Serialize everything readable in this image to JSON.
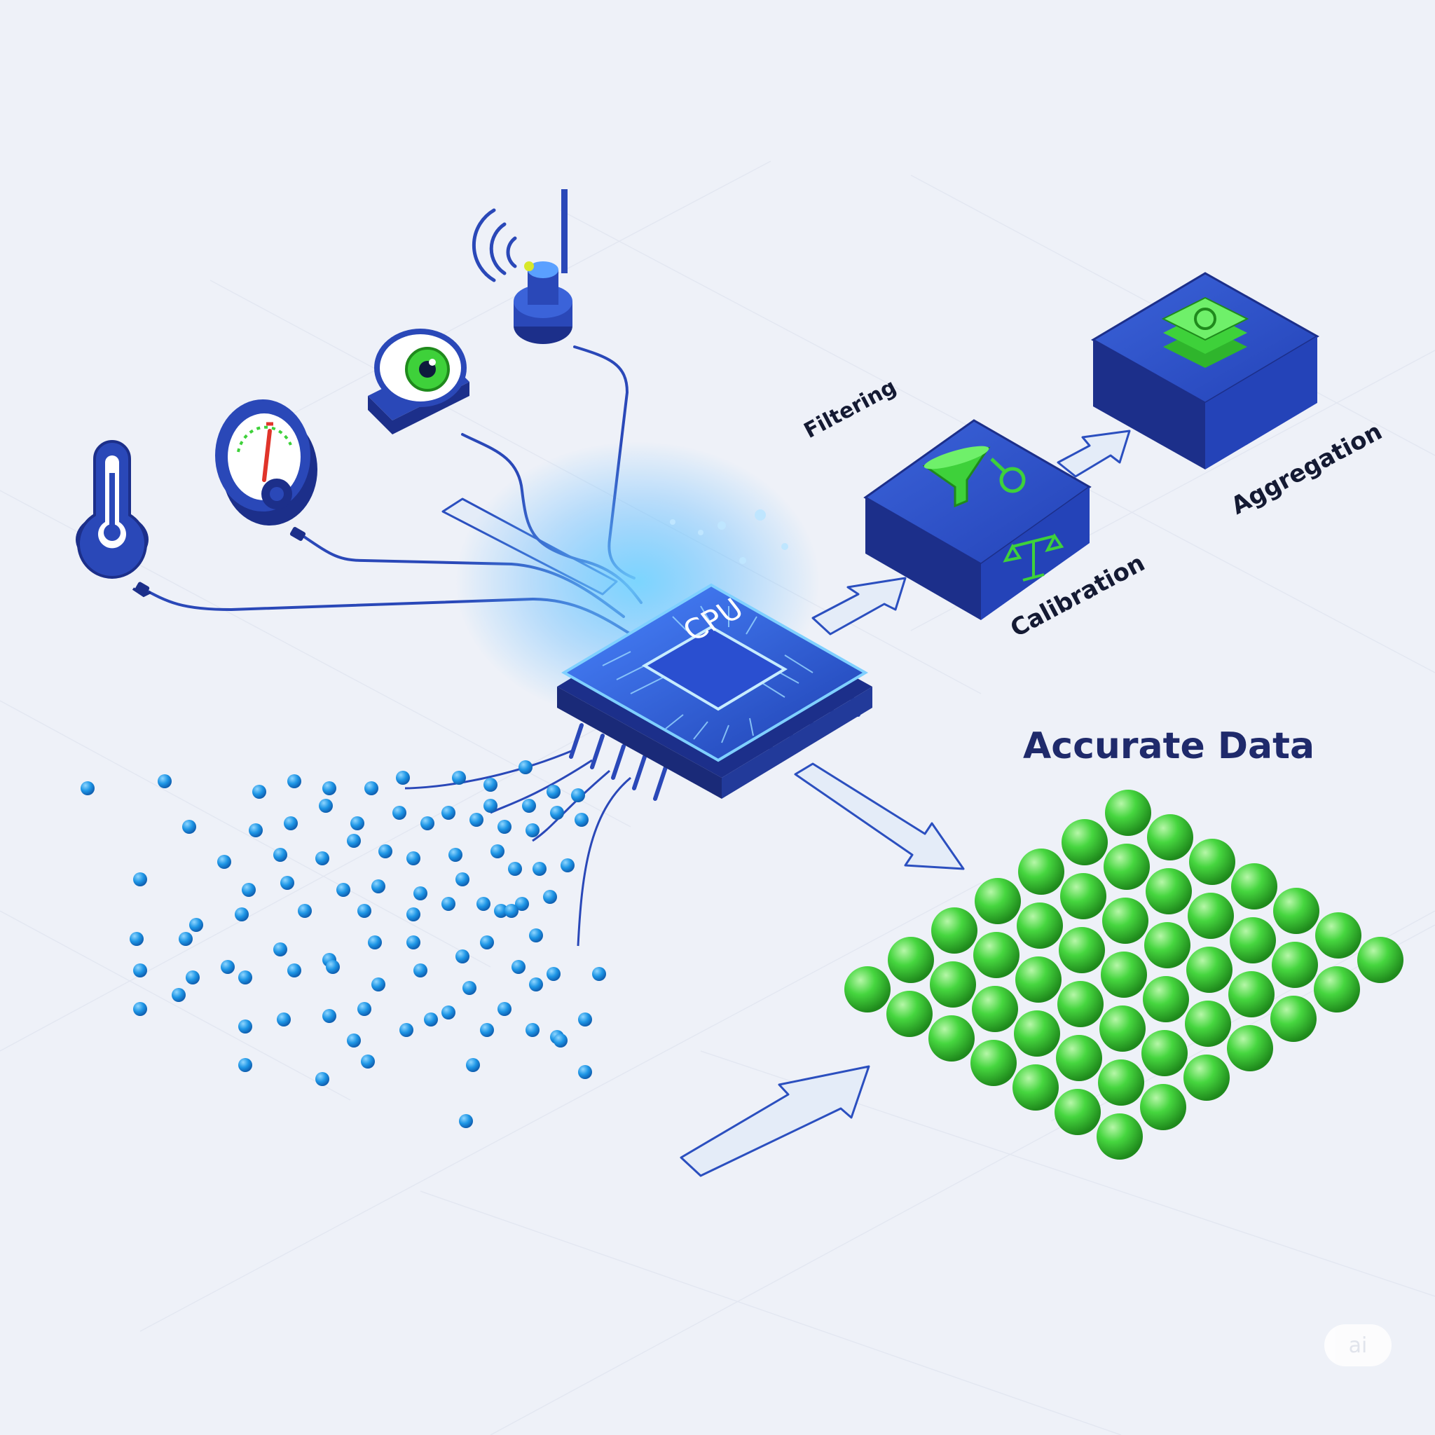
{
  "labels": {
    "filtering": "Filtering",
    "calibration": "Calibration",
    "aggregation": "Aggregation",
    "accurate_data": "Accurate Data",
    "cpu": "CPU"
  },
  "icons": {
    "sensors": [
      "thermometer-icon",
      "gauge-icon",
      "eye-camera-icon",
      "antenna-icon"
    ],
    "filtering_box": "funnel-icon",
    "calibration_box": "scale-icon",
    "aggregation_box": "database-stack-icon"
  },
  "colors": {
    "background": "#eef1f8",
    "primary_blue": "#2a48b8",
    "dark_blue": "#1c2f8a",
    "green": "#3ed13a",
    "raw_dot": "#1e96e6",
    "arrow_fill": "#e4ecf8"
  },
  "watermark": "ai"
}
